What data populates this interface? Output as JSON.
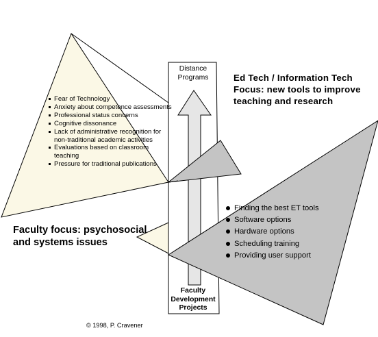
{
  "diagram": {
    "column": {
      "top_label": "Distance Programs",
      "bottom_label": "Faculty Development Projects"
    },
    "edtech_focus": "Ed Tech / Information Tech Focus:  new tools to improve teaching and research",
    "faculty_focus": "Faculty focus: psychosocial and systems issues",
    "faculty_issues": [
      "Fear of Technology",
      "Anxiety about competence assessments",
      "Professional status concerns",
      "Cognitive dissonance",
      "Lack of administrative recognition for non-traditional academic activities",
      "Evaluations based on classroom teaching",
      "Pressure for traditional publications"
    ],
    "et_topics": [
      "Finding the best ET tools",
      "Software options",
      "Hardware options",
      "Scheduling training",
      "Providing user support"
    ],
    "copyright": "© 1998, P. Cravener"
  },
  "colors": {
    "cream": "#FBF8E6",
    "gray_plane": "#C4C4C4",
    "arrow_fill": "#E6E6E6",
    "outline": "#000000"
  }
}
